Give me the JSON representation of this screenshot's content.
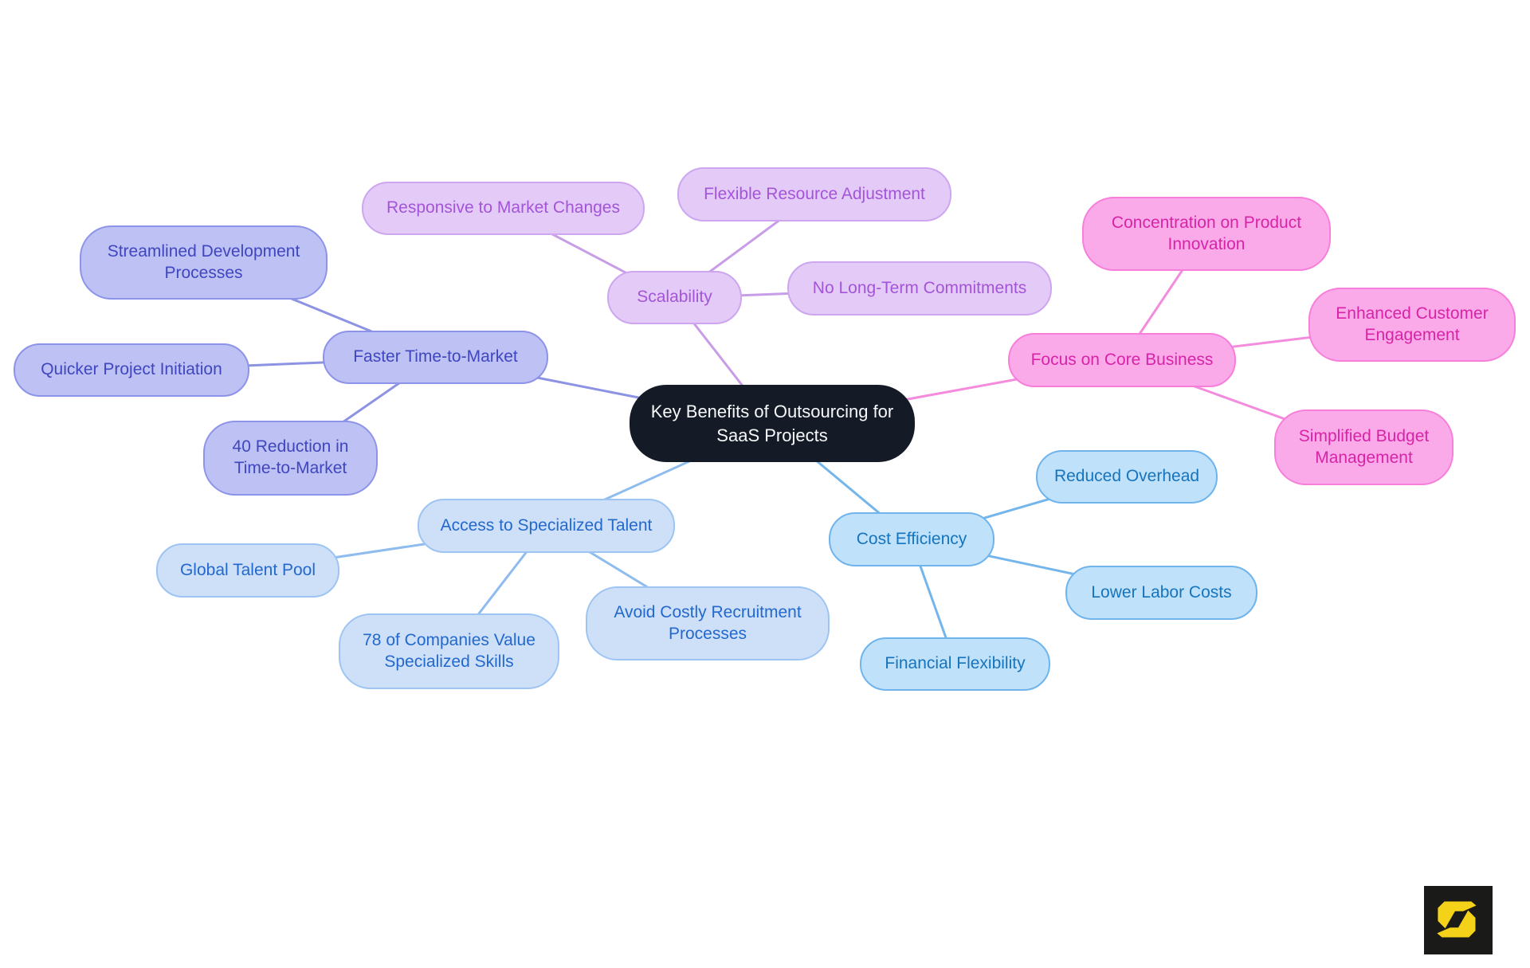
{
  "title": "Key Benefits of Outsourcing for SaaS Projects",
  "center": {
    "label": "Key Benefits of Outsourcing for SaaS Projects",
    "bg": "#141b27",
    "text_color": "#f7f8fa"
  },
  "branches": [
    {
      "name": "Scalability",
      "fill": "#e4cbf7",
      "border": "#cda6ef",
      "text": "#a354d8",
      "line": "#c89de8",
      "children": [
        "Responsive to Market Changes",
        "Flexible Resource Adjustment",
        "No Long-Term Commitments"
      ]
    },
    {
      "name": "Faster Time-to-Market",
      "fill": "#bdc1f3",
      "border": "#8d93e8",
      "text": "#4046bf",
      "line": "#8d93e3",
      "children": [
        "Streamlined Development Processes",
        "Quicker Project Initiation",
        "40 Reduction in Time-to-Market"
      ]
    },
    {
      "name": "Access to Specialized Talent",
      "fill": "#cde0f8",
      "border": "#9dc4f2",
      "text": "#2368cd",
      "line": "#8fbcee",
      "children": [
        "Global Talent Pool",
        "78 of Companies Value Specialized Skills",
        "Avoid Costly Recruitment Processes"
      ]
    },
    {
      "name": "Cost Efficiency",
      "fill": "#c0e1fa",
      "border": "#6fb4ec",
      "text": "#1674bd",
      "line": "#74b6ec",
      "children": [
        "Reduced Overhead",
        "Lower Labor Costs",
        "Financial Flexibility"
      ]
    },
    {
      "name": "Focus on Core Business",
      "fill": "#fbaae9",
      "border": "#f77eda",
      "text": "#d724a7",
      "line": "#f58bdc",
      "children": [
        "Concentration on Product Innovation",
        "Enhanced Customer Engagement",
        "Simplified Budget Management"
      ]
    }
  ],
  "logo": {
    "letter": "S",
    "bg": "#1a1a18",
    "fg": "#f3d219"
  }
}
